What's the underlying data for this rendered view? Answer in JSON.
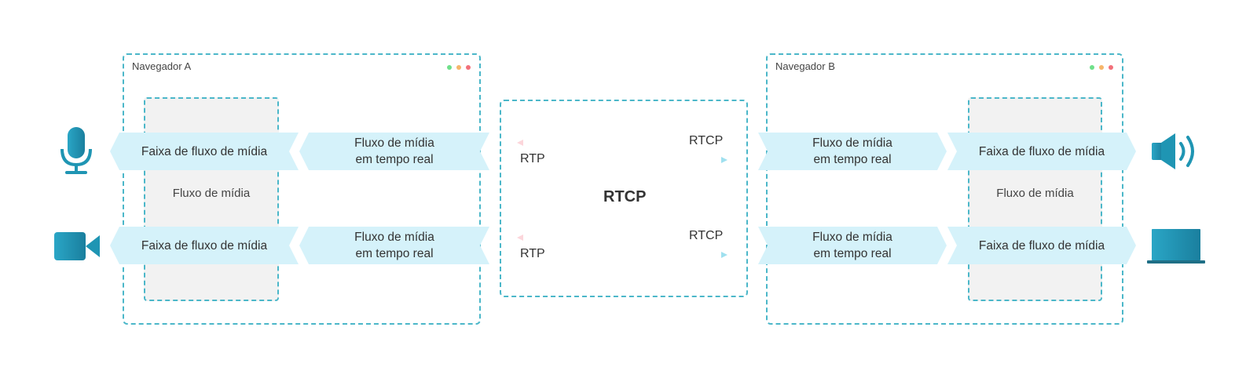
{
  "browser_a": {
    "title": "Navegador A",
    "media_stream": "Fluxo de mídia",
    "track_top": "Faixa de fluxo de mídia",
    "track_bottom": "Faixa de fluxo de mídia",
    "rt_top": "Fluxo de mídia\nem tempo real",
    "rt_bottom": "Fluxo de mídia\nem tempo real"
  },
  "browser_b": {
    "title": "Navegador B",
    "media_stream": "Fluxo de mídia",
    "track_top": "Faixa de fluxo de mídia",
    "track_bottom": "Faixa de fluxo de mídia",
    "rt_top": "Fluxo de mídia\nem tempo real",
    "rt_bottom": "Fluxo de mídia\nem tempo real"
  },
  "center": {
    "title": "RTCP",
    "top_rtcp": "RTCP",
    "top_rtp": "RTP",
    "bottom_rtcp": "RTCP",
    "bottom_rtp": "RTP"
  },
  "icons": {
    "left_top": "microphone-icon",
    "left_bottom": "video-camera-icon",
    "right_top": "speaker-icon",
    "right_bottom": "laptop-icon"
  },
  "colors": {
    "dash": "#4bb7c9",
    "band": "#d5f2fa",
    "rtp_arrow": "#5fcbe3",
    "rtcp_arrow": "#f7b9c0",
    "icon": "#1f95b3",
    "dot_green": "#6fe08a",
    "dot_orange": "#f6b66b",
    "dot_red": "#f2707a"
  }
}
